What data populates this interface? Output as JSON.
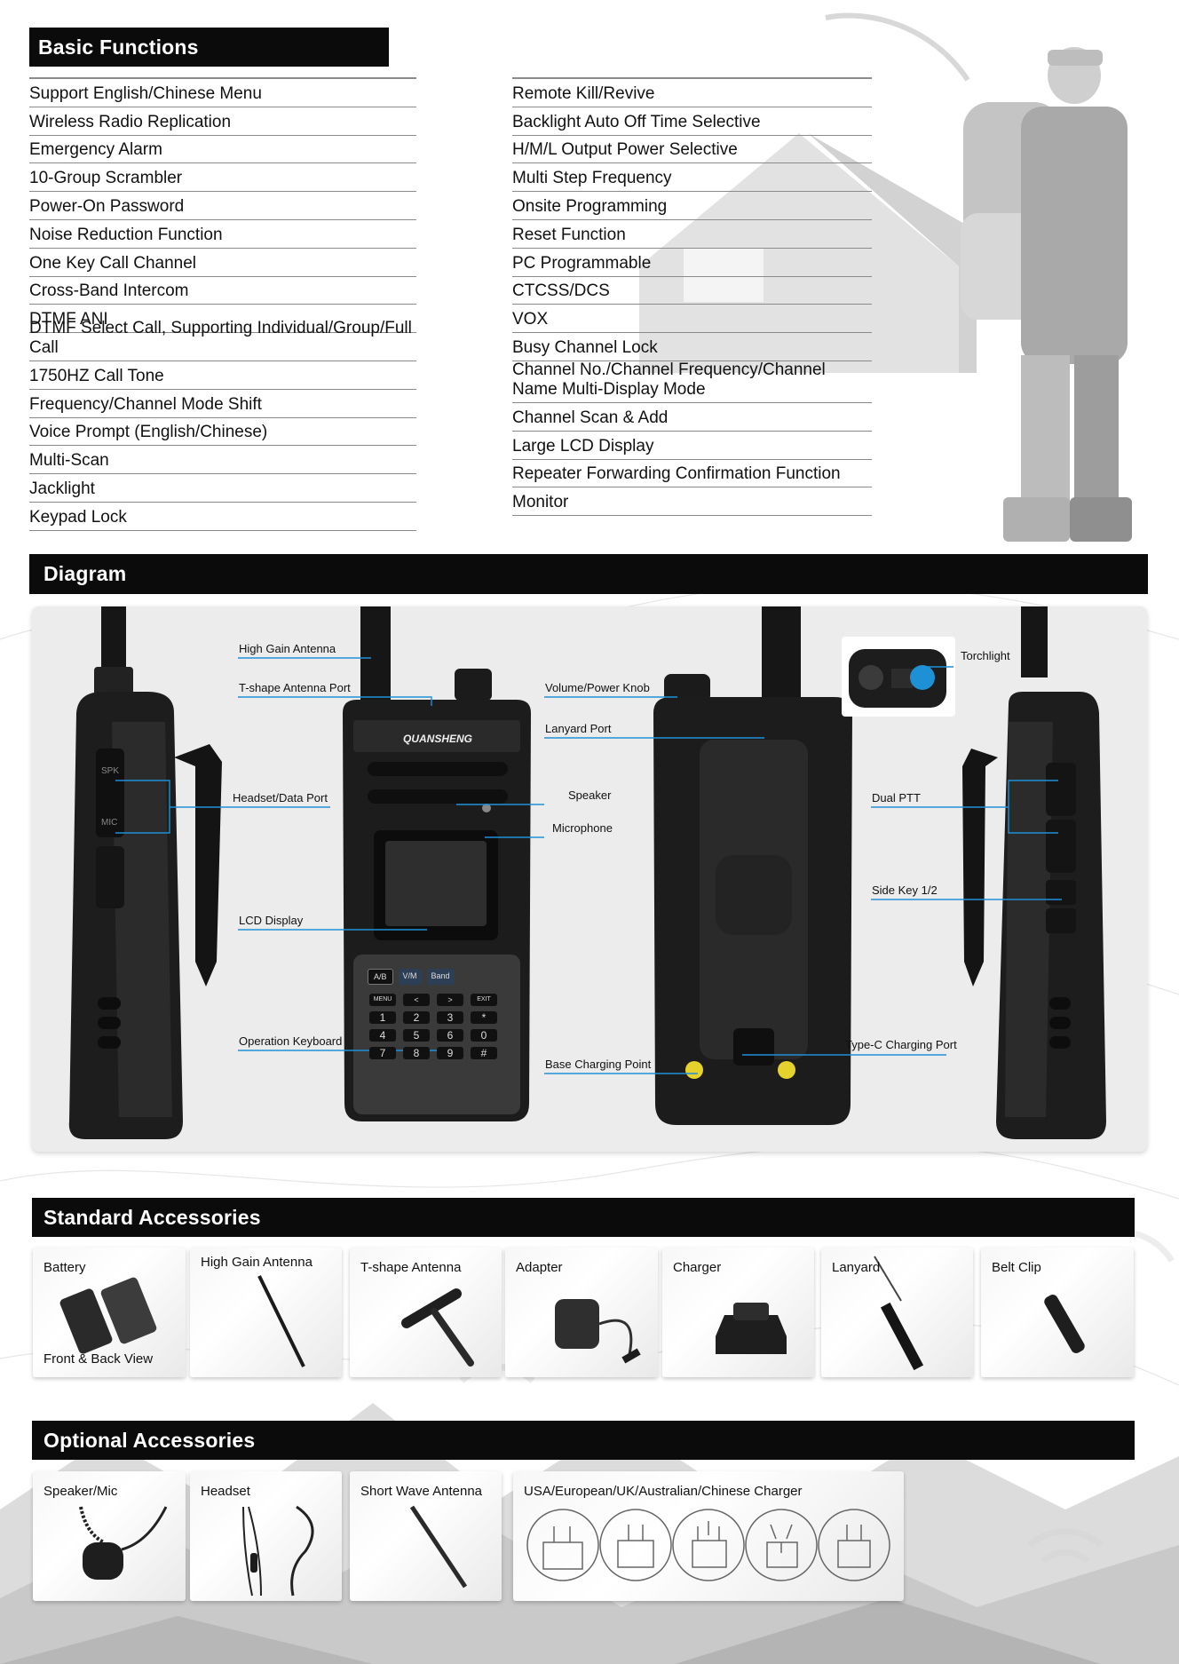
{
  "basic_functions": {
    "title": "Basic Functions",
    "left": [
      "Support English/Chinese Menu",
      "Wireless Radio Replication",
      "Emergency Alarm",
      "10-Group Scrambler",
      "Power-On Password",
      "Noise Reduction Function",
      "One Key Call Channel",
      "Cross-Band Intercom",
      "DTMF ANI",
      "DTMF Select Call, Supporting Individual/Group/Full Call",
      "1750HZ Call Tone",
      "Frequency/Channel Mode Shift",
      "Voice Prompt (English/Chinese)",
      "Multi-Scan",
      "Jacklight",
      "Keypad Lock"
    ],
    "right": [
      "Remote Kill/Revive",
      "Backlight Auto Off Time Selective",
      "H/M/L Output Power Selective",
      "Multi Step Frequency",
      "Onsite Programming",
      "Reset Function",
      "PC Programmable",
      "CTCSS/DCS",
      "VOX",
      "Busy Channel Lock",
      "Channel No./Channel Frequency/Channel Name Multi-Display Mode",
      "Channel Scan & Add",
      "Large LCD Display",
      "Repeater Forwarding Confirmation Function",
      "Monitor"
    ]
  },
  "diagram": {
    "title": "Diagram",
    "callouts": {
      "high_gain_antenna": "High Gain Antenna",
      "t_shape_antenna_port": "T-shape Antenna Port",
      "headset_data_port": "Headset/Data Port",
      "lcd_display": "LCD Display",
      "operation_keyboard": "Operation Keyboard",
      "volume_power_knob": "Volume/Power Knob",
      "lanyard_port": "Lanyard Port",
      "speaker": "Speaker",
      "microphone": "Microphone",
      "base_charging_point": "Base Charging Point",
      "torchlight": "Torchlight",
      "dual_ptt": "Dual PTT",
      "side_key": "Side Key 1/2",
      "type_c_charging_port": "Type-C Charging Port"
    },
    "brand": "QUANSHENG",
    "side_marks": {
      "spk": "SPK",
      "mic": "MIC"
    },
    "keys": {
      "ab": "A/B",
      "vm": "V/M",
      "band": "Band",
      "menu": "MENU",
      "exit": "EXIT",
      "k1": "1",
      "k2": "2",
      "k3": "3",
      "kstar": "*",
      "k4": "4",
      "k5": "5",
      "k6": "6",
      "k0": "0",
      "k7": "7",
      "k8": "8",
      "k9": "9",
      "khash": "#"
    }
  },
  "standard_accessories": {
    "title": "Standard Accessories",
    "items": [
      {
        "label": "Battery",
        "sub": "Front & Back View"
      },
      {
        "label": "High Gain Antenna"
      },
      {
        "label": "T-shape Antenna"
      },
      {
        "label": "Adapter"
      },
      {
        "label": "Charger"
      },
      {
        "label": "Lanyard"
      },
      {
        "label": "Belt Clip"
      }
    ]
  },
  "optional_accessories": {
    "title": "Optional Accessories",
    "items": [
      {
        "label": "Speaker/Mic"
      },
      {
        "label": "Headset"
      },
      {
        "label": "Short Wave Antenna"
      },
      {
        "label": "USA/European/UK/Australian/Chinese Charger"
      }
    ]
  },
  "colors": {
    "bar": "#0b0b0b",
    "callout_line": "#1e90d6",
    "radio_body": "#1c1c1c",
    "radio_face": "#3a3a3a"
  }
}
